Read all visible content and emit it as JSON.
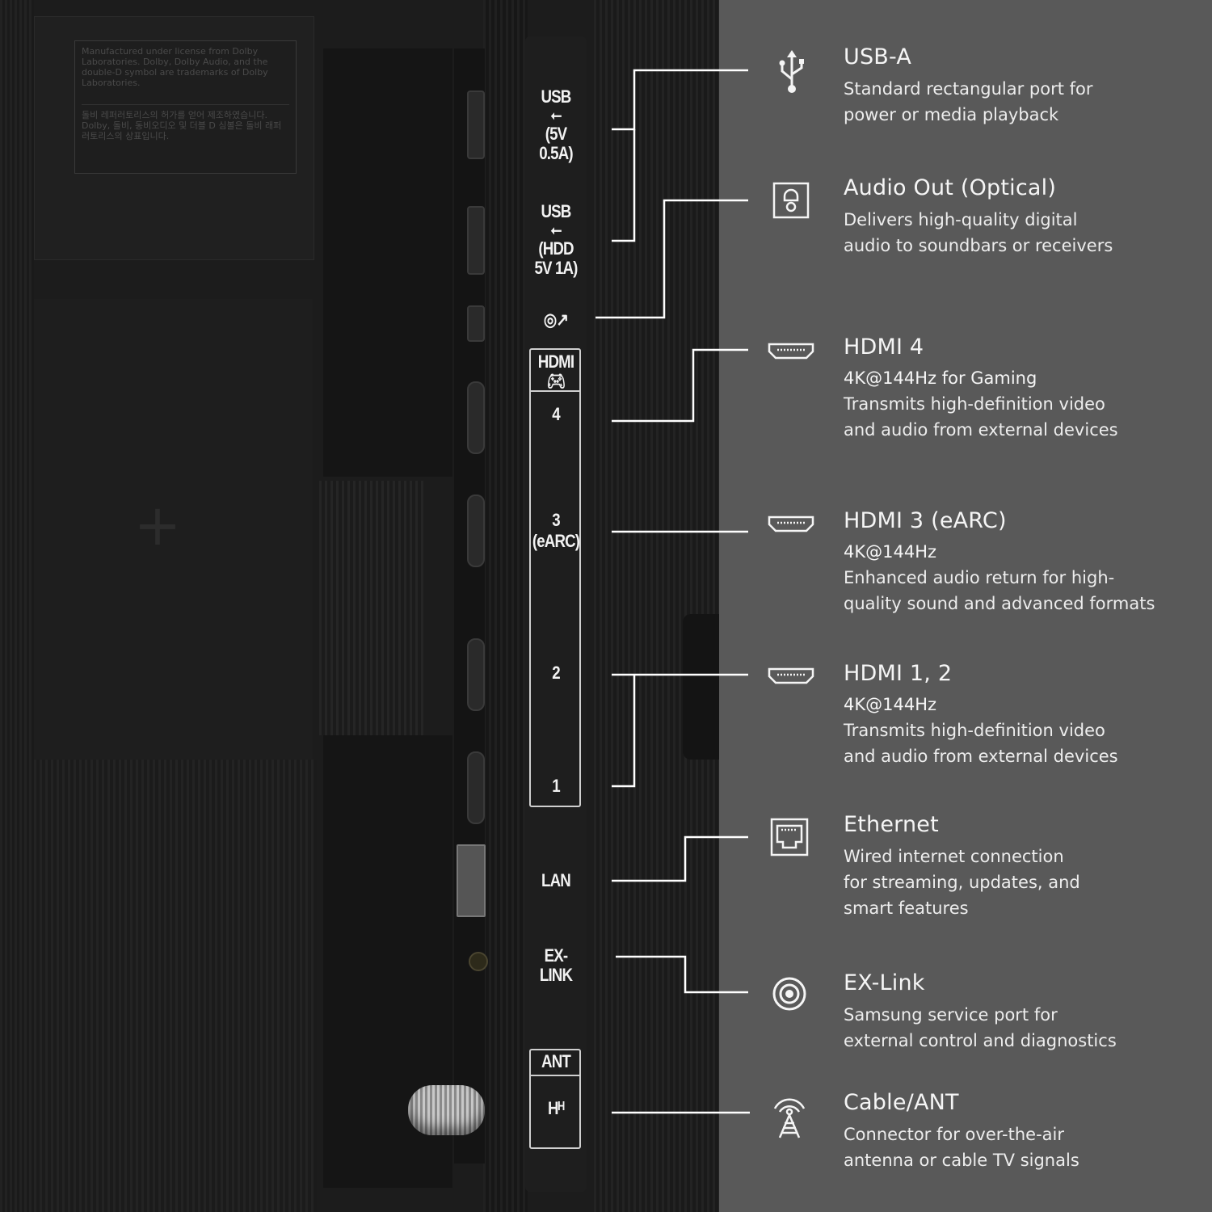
{
  "colors": {
    "info_panel_bg": "#595959",
    "tv_body": "#1c1c1c",
    "text_primary": "#f5f5f5",
    "leader_line": "#ffffff"
  },
  "tv_label_sticker": {
    "line1": "Manufactured under license from Dolby Laboratories. Dolby, Dolby Audio, and the double-D symbol are trademarks of Dolby Laboratories.",
    "line2": "돌비 레퍼러토리스의 허가를 얻어 제조하였습니다. Dolby, 돌비, 동비오디오 및 더블 D 심볼은 돌비 래퍼러토리스의 상표입니다."
  },
  "strip_labels": {
    "usb1": "USB",
    "usb1_spec": "(5V 0.5A)",
    "usb2": "USB",
    "usb2_spec": "(HDD 5V 1A)",
    "usb_symbol": "⭠",
    "optical": "◎↗",
    "hdmi_header": "HDMI",
    "hdmi_4": "4",
    "hdmi_3": "3",
    "hdmi_3_sub": "(eARC)",
    "hdmi_2": "2",
    "hdmi_1": "1",
    "lan": "LAN",
    "exlink": "EX-LINK",
    "ant_header": "ANT",
    "ant_symbol": "Ηᴴ"
  },
  "ports": [
    {
      "title": "USB-A",
      "icon": "usb-icon",
      "subtitle": "",
      "description": "Standard rectangular port for\npower or media playback"
    },
    {
      "title": "Audio Out (Optical)",
      "icon": "optical-icon",
      "subtitle": "",
      "description": "Delivers high-quality digital\naudio to soundbars or receivers"
    },
    {
      "title": "HDMI 4",
      "icon": "hdmi-icon",
      "subtitle": "4K@144Hz for Gaming",
      "description": "Transmits high-definition video\nand audio from external devices"
    },
    {
      "title": "HDMI 3 (eARC)",
      "icon": "hdmi-icon",
      "subtitle": "4K@144Hz",
      "description": "Enhanced audio return for high-\nquality sound and advanced formats"
    },
    {
      "title": "HDMI 1, 2",
      "icon": "hdmi-icon",
      "subtitle": "4K@144Hz",
      "description": "Transmits high-definition video\nand audio from external devices"
    },
    {
      "title": "Ethernet",
      "icon": "ethernet-icon",
      "subtitle": "",
      "description": "Wired internet connection\nfor streaming, updates, and\nsmart features"
    },
    {
      "title": "EX-Link",
      "icon": "exlink-icon",
      "subtitle": "",
      "description": "Samsung service port for\nexternal control and diagnostics"
    },
    {
      "title": "Cable/ANT",
      "icon": "antenna-icon",
      "subtitle": "",
      "description": "Connector for over-the-air\nantenna or cable TV signals"
    }
  ]
}
